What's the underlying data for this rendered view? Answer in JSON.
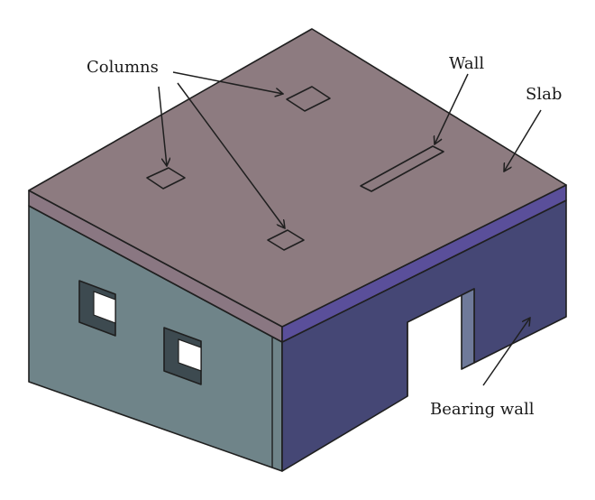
{
  "labels": {
    "columns": "Columns",
    "wall": "Wall",
    "slab": "Slab",
    "bearing_wall": "Bearing wall"
  },
  "colors": {
    "slab_top": "#8d7b80",
    "slab_edge_left": "#8a7782",
    "slab_edge_right": "#5a4f9a",
    "wall_left": "#6f8489",
    "wall_right": "#454775",
    "window_reveal": "#3d4a50",
    "outline": "#1f1f1f"
  }
}
